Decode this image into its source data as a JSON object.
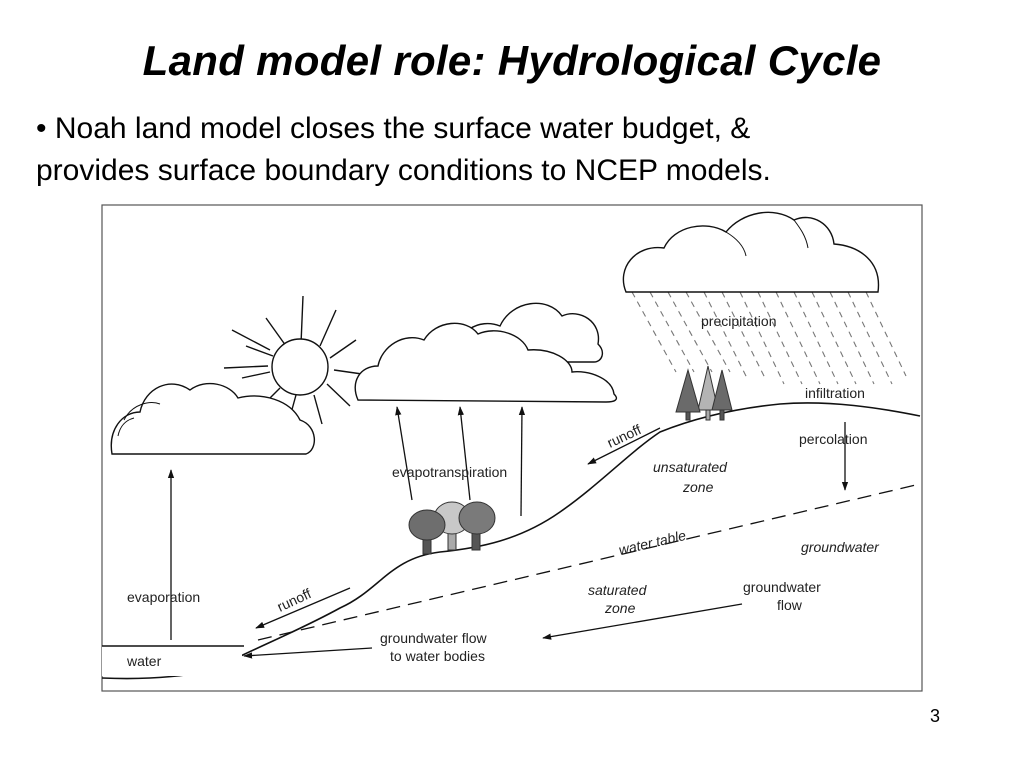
{
  "slide": {
    "title": "Land model role:  Hydrological Cycle",
    "bullet_symbol": "•",
    "bullet_line1": "Noah land model closes the surface water budget, &",
    "bullet_line2": "provides surface boundary conditions to NCEP models.",
    "page_number": "3"
  },
  "diagram": {
    "labels": {
      "precipitation": "precipitation",
      "infiltration": "infiltration",
      "percolation": "percolation",
      "runoff_upper": "runoff",
      "runoff_lower": "runoff",
      "unsaturated_line1": "unsaturated",
      "unsaturated_line2": "zone",
      "evapotranspiration": "evapotranspiration",
      "water_table": "water table",
      "groundwater": "groundwater",
      "saturated_line1": "saturated",
      "saturated_line2": "zone",
      "groundwater_flow_line1": "groundwater",
      "groundwater_flow_line2": "flow",
      "evaporation": "evaporation",
      "gw_to_bodies_line1": "groundwater flow",
      "gw_to_bodies_line2": "to water bodies",
      "water": "water"
    },
    "icons": [
      "sun-icon",
      "cloud-icon",
      "rain-icon",
      "tree-icon",
      "arrow-icon"
    ]
  }
}
